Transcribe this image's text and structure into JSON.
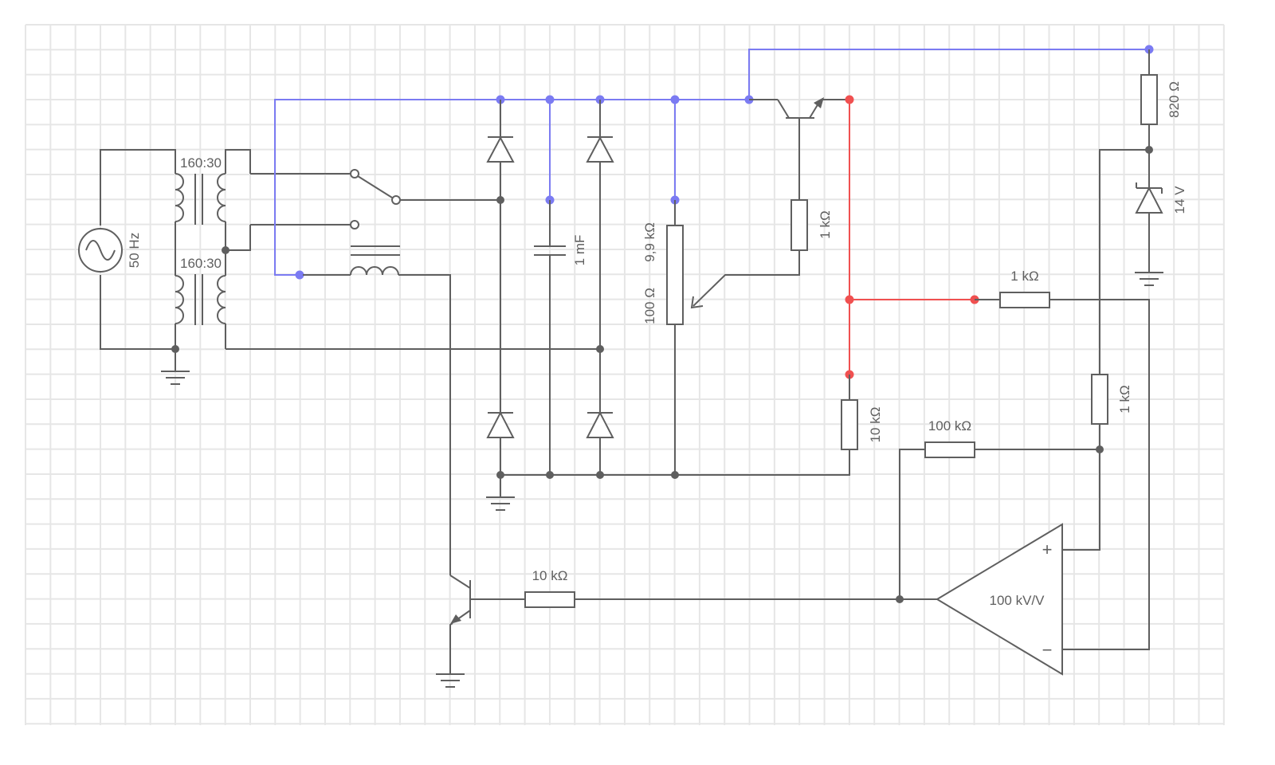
{
  "source_frequency": "50 Hz",
  "transformer_upper_ratio": "160:30",
  "transformer_lower_ratio": "160:30",
  "filter_capacitor": "1 mF",
  "pot_upper": "9,9 kΩ",
  "pot_lower": "100 Ω",
  "base_resistor": "1 kΩ",
  "feedback_top_resistor": "1 kΩ",
  "divider_resistor": "10 kΩ",
  "series_resistor": "820 Ω",
  "zener_voltage": "14 V",
  "ref_resistor": "1 kΩ",
  "opamp_feedback_resistor": "100 kΩ",
  "opamp_gain": "100 kV/V",
  "opamp_plus": "+",
  "opamp_minus": "−",
  "driver_base_resistor": "10 kΩ",
  "colors": {
    "wire": "#5f5f5f",
    "net_blue": "#7b7bf2",
    "net_red": "#f05050",
    "grid": "#e6e6e6"
  }
}
